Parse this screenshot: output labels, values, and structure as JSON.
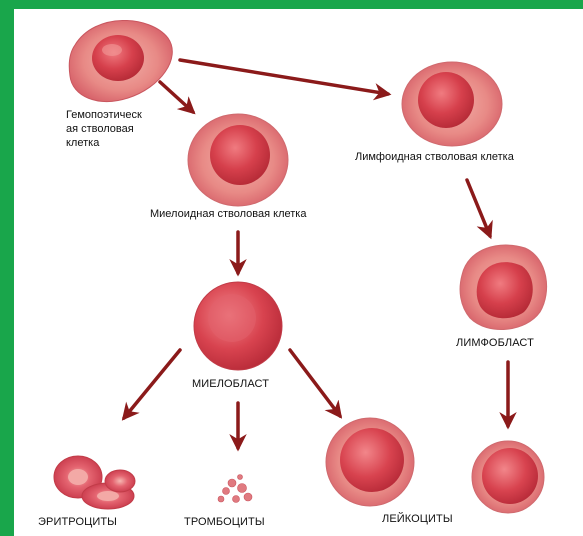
{
  "labels": {
    "hematopoietic_line1": "Гемопоэтическ",
    "hematopoietic_line2": "ая стволовая",
    "hematopoietic_line3": "клетка",
    "lymphoid_stem": "Лимфоидная стволовая клетка",
    "myeloid_stem": "Миелоидная стволовая клетка",
    "lymphoblast": "ЛИМФОБЛАСТ",
    "myeloblast": "МИЕЛОБЛАСТ",
    "erythrocytes": "ЭРИТРОЦИТЫ",
    "platelets": "ТРОМБОЦИТЫ",
    "leukocytes": "ЛЕЙКОЦИТЫ"
  },
  "colors": {
    "frame": "#19a64b",
    "arrow": "#8b1a1a",
    "cell": "#d9505a",
    "cell_light": "#f4b5ae"
  }
}
